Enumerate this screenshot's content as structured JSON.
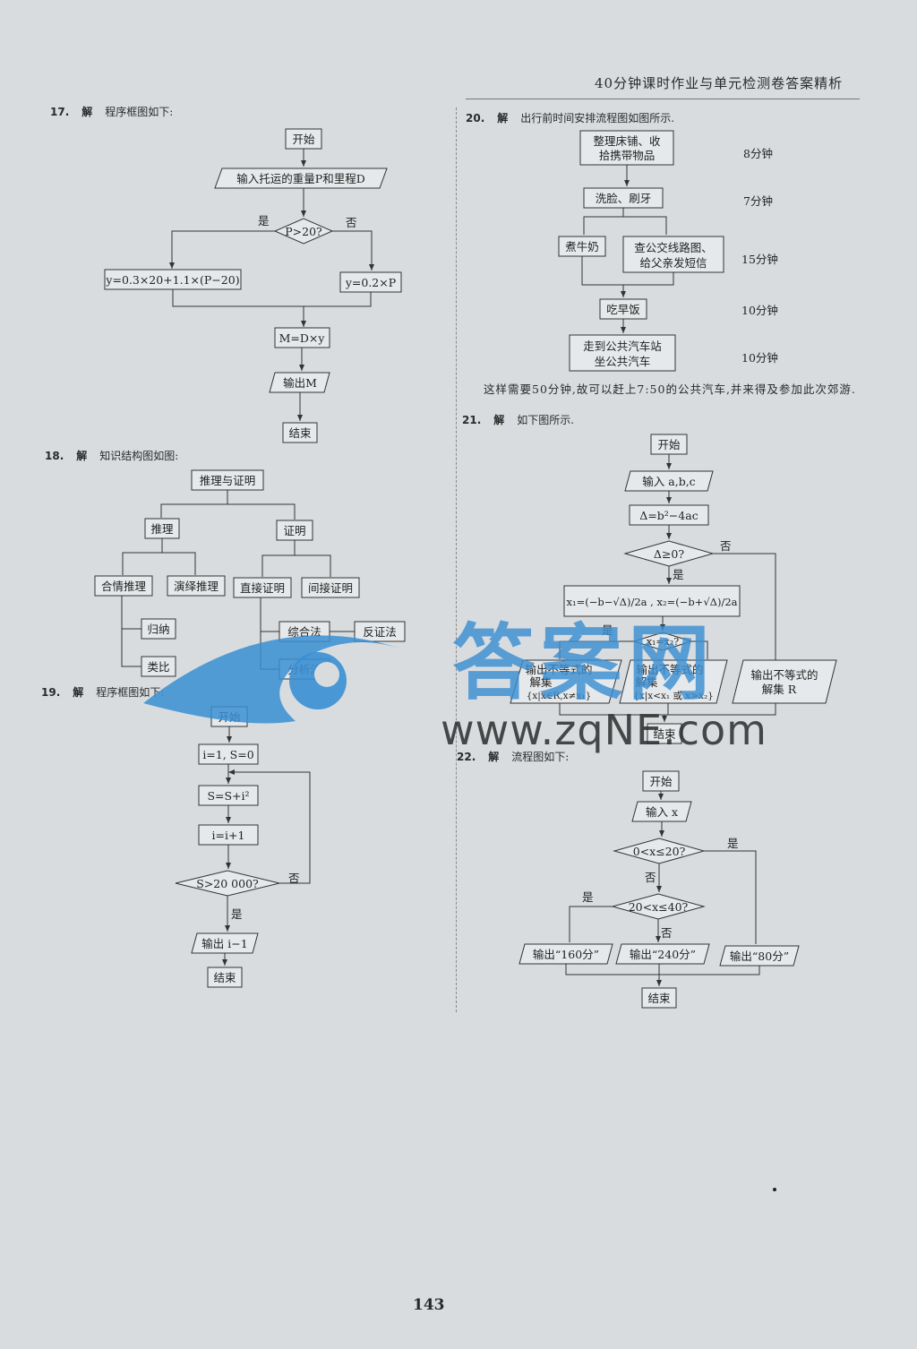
{
  "header": {
    "title": "40分钟课时作业与单元检测卷答案精析"
  },
  "page_number": "143",
  "q17": {
    "label_num": "17.",
    "label_jie": "解",
    "label_text": "程序框图如下:",
    "start": "开始",
    "input": "输入托运的重量P和里程D",
    "cond": "P>20?",
    "yes": "是",
    "no": "否",
    "left_calc": "y=0.3×20+1.1×(P−20)",
    "right_calc": "y=0.2×P",
    "mult": "M=D×y",
    "output": "输出M",
    "end": "结束"
  },
  "q18": {
    "label_num": "18.",
    "label_jie": "解",
    "label_text": "知识结构图如图:",
    "root": "推理与证明",
    "tuili": "推理",
    "zhengming": "证明",
    "heqing": "合情推理",
    "yanyi": "演绎推理",
    "zhijie": "直接证明",
    "jianjie": "间接证明",
    "guina": "归纳",
    "leibi": "类比",
    "zonghe": "综合法",
    "fenxi": "分析法",
    "fanzheng": "反证法"
  },
  "q19": {
    "label_num": "19.",
    "label_jie": "解",
    "label_text": "程序框图如下:",
    "start": "开始",
    "init": "i=1, S=0",
    "sum": "S=S+i²",
    "inc": "i=i+1",
    "cond": "S>20 000?",
    "no": "否",
    "yes": "是",
    "output": "输出 i−1",
    "end": "结束"
  },
  "q20": {
    "label_num": "20.",
    "label_jie": "解",
    "label_text": "出行前时间安排流程图如图所示.",
    "steps": [
      {
        "line1": "整理床铺、收",
        "line2": "拾携带物品",
        "time": "8分钟"
      },
      {
        "line1": "洗脸、刷牙",
        "time": "7分钟"
      },
      {
        "line1": "吃早饭",
        "time": "10分钟"
      },
      {
        "line1": "走到公共汽车站",
        "line2": "坐公共汽车",
        "time": "10分钟"
      }
    ],
    "parallel_left": "煮牛奶",
    "parallel_right_line1": "查公交线路图、",
    "parallel_right_line2": "给父亲发短信",
    "parallel_time": "15分钟",
    "note": "这样需要50分钟,故可以赶上7:50的公共汽车,并来得及参加此次郊游."
  },
  "q21": {
    "label_num": "21.",
    "label_jie": "解",
    "label_text": "如下图所示.",
    "start": "开始",
    "input": "输入 a,b,c",
    "delta": "Δ=b²−4ac",
    "cond1": "Δ≥0?",
    "no": "否",
    "yes": "是",
    "roots": "x₁=(−b−√Δ)/2a , x₂=(−b+√Δ)/2a",
    "cond2": "x₁=x₂?",
    "yes2": "是",
    "out1_l1": "输出不等式的",
    "out1_l2": "解集",
    "out1_l3": "{x|x∈R,x≠x₁}",
    "out2_l1": "输出不等式的",
    "out2_l2": "解集",
    "out2_l3": "{x|x<x₁ 或 x>x₂}",
    "out3_l1": "输出不等式的",
    "out3_l2": "解集 R",
    "end": "结束"
  },
  "q22": {
    "label_num": "22.",
    "label_jie": "解",
    "label_text": "流程图如下:",
    "start": "开始",
    "input": "输入 x",
    "cond1": "0<x≤20?",
    "yes1": "是",
    "no1": "否",
    "cond2": "20<x≤40?",
    "yes2": "是",
    "no2": "否",
    "out160": "输出“160分”",
    "out240": "输出“240分”",
    "out80": "输出“80分”",
    "end": "结束"
  },
  "watermark": {
    "brand": "答案网",
    "url": "www.zqNE.com"
  }
}
